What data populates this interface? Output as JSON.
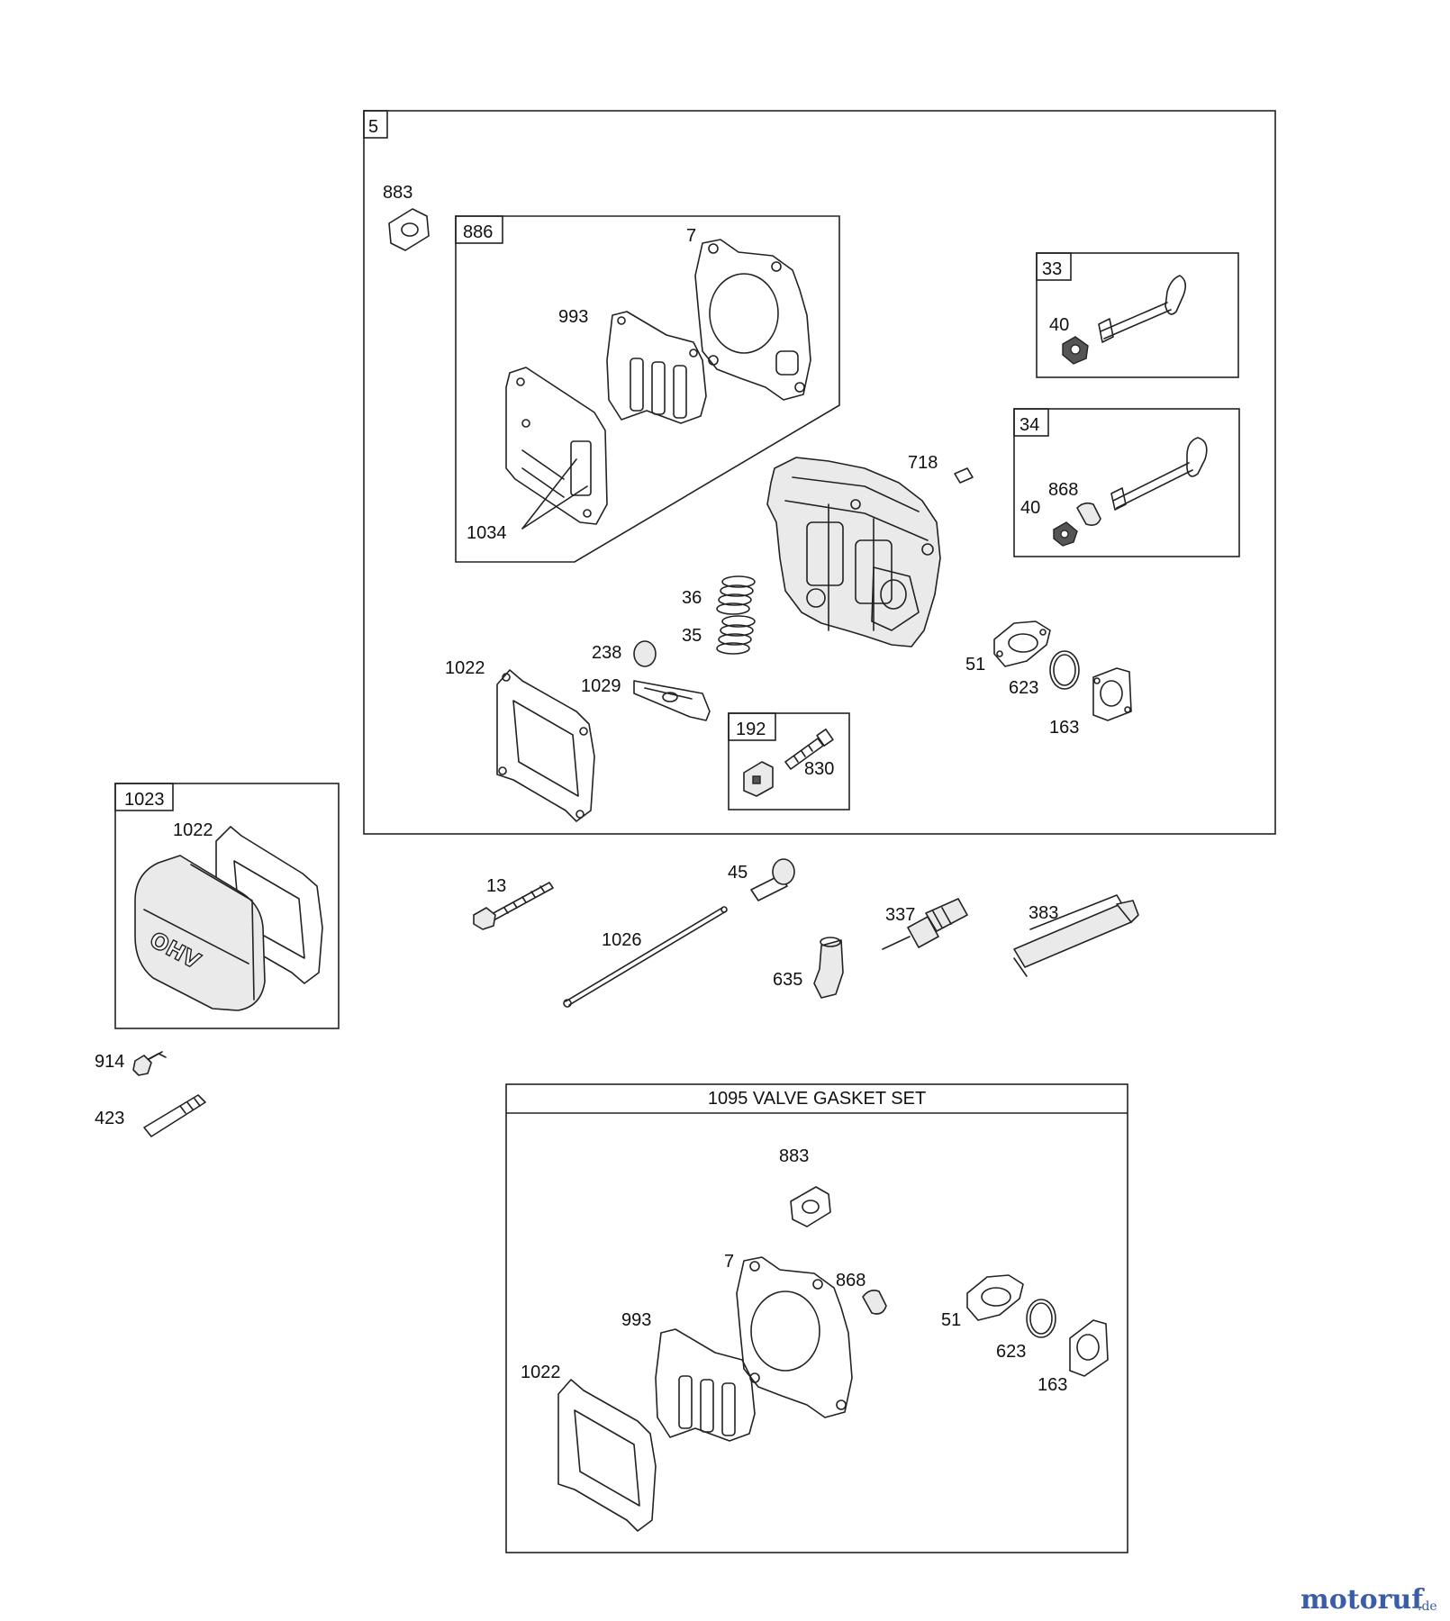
{
  "diagram": {
    "main_kit_id": "5",
    "head_gasket_kit": {
      "id": "886",
      "items": [
        "7",
        "993",
        "1034"
      ]
    },
    "valve_33": {
      "id": "33",
      "items": [
        "40"
      ]
    },
    "valve_34": {
      "id": "34",
      "items": [
        "40",
        "868"
      ]
    },
    "breather_kit": {
      "id": "192",
      "items": [
        "830"
      ]
    },
    "cover_kit": {
      "id": "1023",
      "items": [
        "1022"
      ]
    },
    "cover_label": "OHV",
    "gasket_set": {
      "title": "1095 VALVE GASKET SET",
      "items": [
        "883",
        "7",
        "868",
        "993",
        "51",
        "623",
        "163",
        "1022"
      ]
    },
    "callouts": {
      "p883": "883",
      "p7": "7",
      "p993": "993",
      "p1034": "1034",
      "p718": "718",
      "p36": "36",
      "p35": "35",
      "p238": "238",
      "p1029": "1029",
      "p1022": "1022",
      "p51": "51",
      "p623": "623",
      "p163": "163",
      "p830": "830",
      "p13": "13",
      "p45": "45",
      "p1026": "1026",
      "p337": "337",
      "p635": "635",
      "p383": "383",
      "p914": "914",
      "p423": "423",
      "p40": "40",
      "p868": "868"
    }
  },
  "watermark": {
    "main": "motoruf",
    "tld": ".de"
  }
}
